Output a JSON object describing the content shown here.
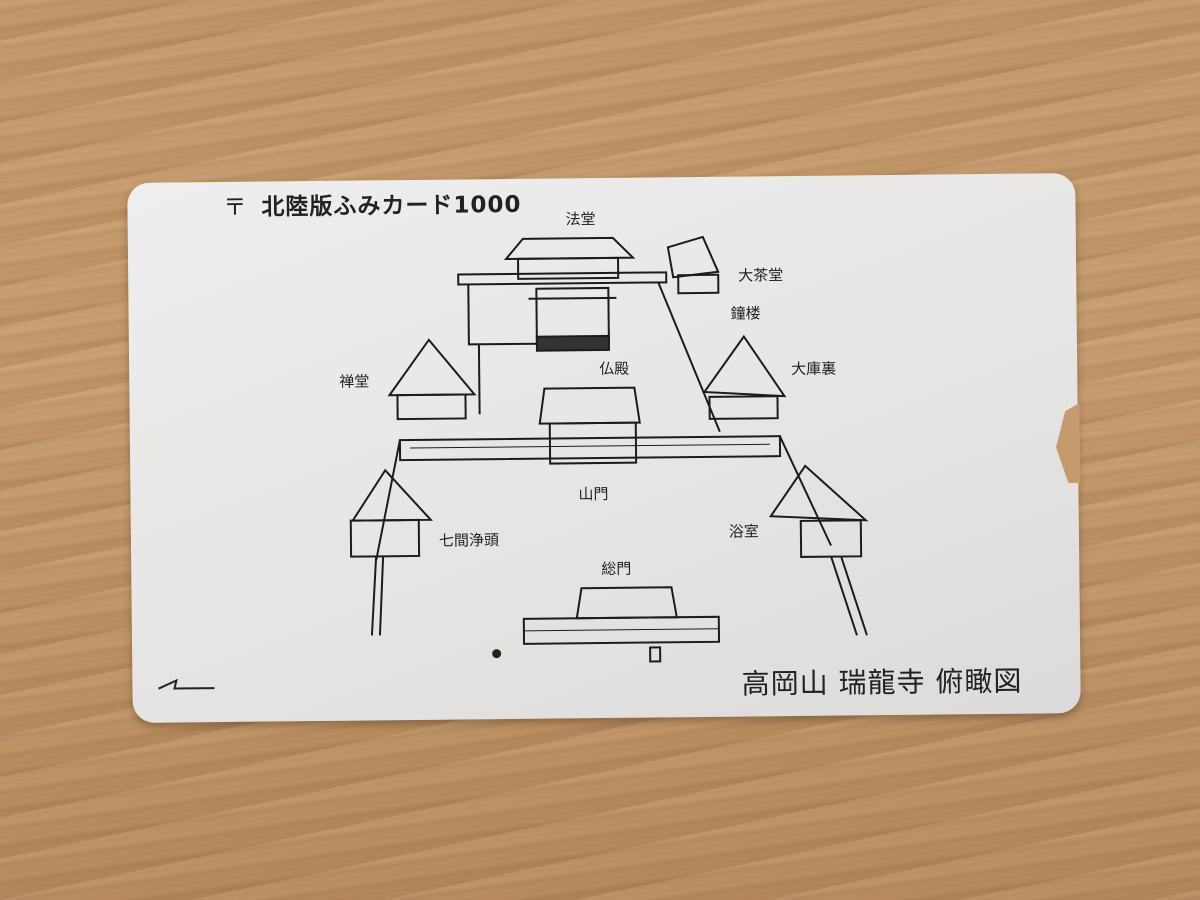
{
  "card": {
    "header_mark": "〒",
    "header_title": "北陸版ふみカード1000",
    "footer_title": "高岡山 瑞龍寺 俯瞰図",
    "labels": {
      "hatto": "法堂",
      "daichado": "大茶堂",
      "shoro": "鐘楼",
      "daikuri": "大庫裏",
      "zendo": "禅堂",
      "butsuden": "仏殿",
      "sanmon": "山門",
      "shichiken_chozu": "七間浄頭",
      "yokushitsu": "浴室",
      "somon": "総門"
    }
  }
}
